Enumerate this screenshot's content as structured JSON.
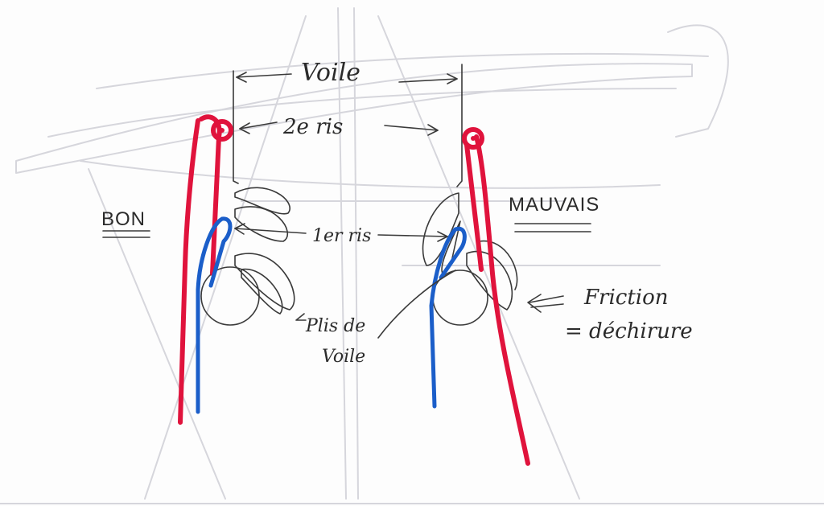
{
  "labels": {
    "voile": "Voile",
    "ris2": "2e ris",
    "ris1": "1er ris",
    "bon": "BON",
    "mauvais": "MAUVAIS",
    "friction_line1": "Friction",
    "friction_line2": "= déchirure",
    "plis_line1": "Plis de",
    "plis_line2": "Voile"
  },
  "colors": {
    "red_line": "#e0133c",
    "blue_line": "#1b5ec9",
    "pencil": "#3a3a3a",
    "faint_sketch": "#d6d6dc"
  }
}
